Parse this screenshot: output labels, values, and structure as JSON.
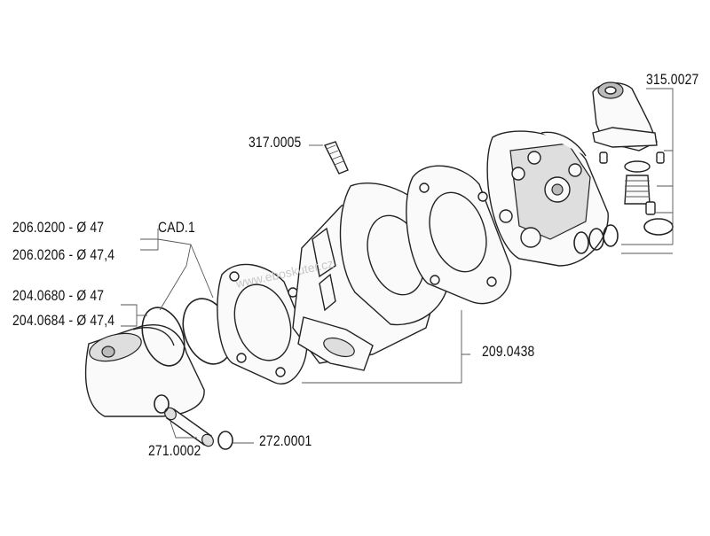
{
  "labels": {
    "spring": "317.0005",
    "intake": "315.0027",
    "ring1": "206.0200 - Ø 47",
    "ring2": "206.0206 - Ø 47,4",
    "cad": "CAD.1",
    "piston1": "204.0680 - Ø 47",
    "piston2": "204.0684 - Ø 47,4",
    "cylinder": "209.0438",
    "pin": "271.0002",
    "clip": "272.0001"
  },
  "watermark": "www.eboskuter.cz",
  "colors": {
    "line": "#222222",
    "leader": "#555555",
    "shade": "#bbbbbb"
  }
}
